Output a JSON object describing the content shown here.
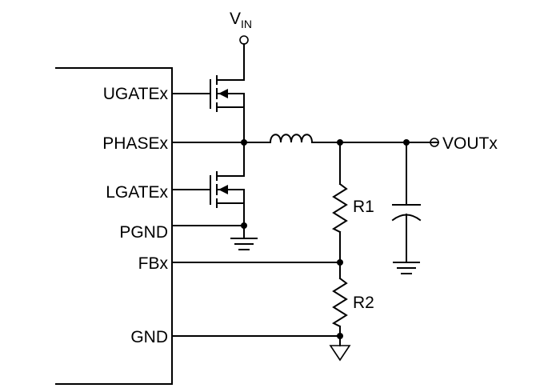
{
  "ic": {
    "pins": {
      "ugate": "UGATEx",
      "phase": "PHASEx",
      "lgate": "LGATEx",
      "pgnd": "PGND",
      "fb": "FBx",
      "gnd": "GND"
    }
  },
  "supply": {
    "v": "V",
    "sub": "IN"
  },
  "output": {
    "label": "VOUTx"
  },
  "resistors": {
    "r1": "R1",
    "r2": "R2"
  },
  "colors": {
    "line": "#000000",
    "background": "#ffffff"
  }
}
